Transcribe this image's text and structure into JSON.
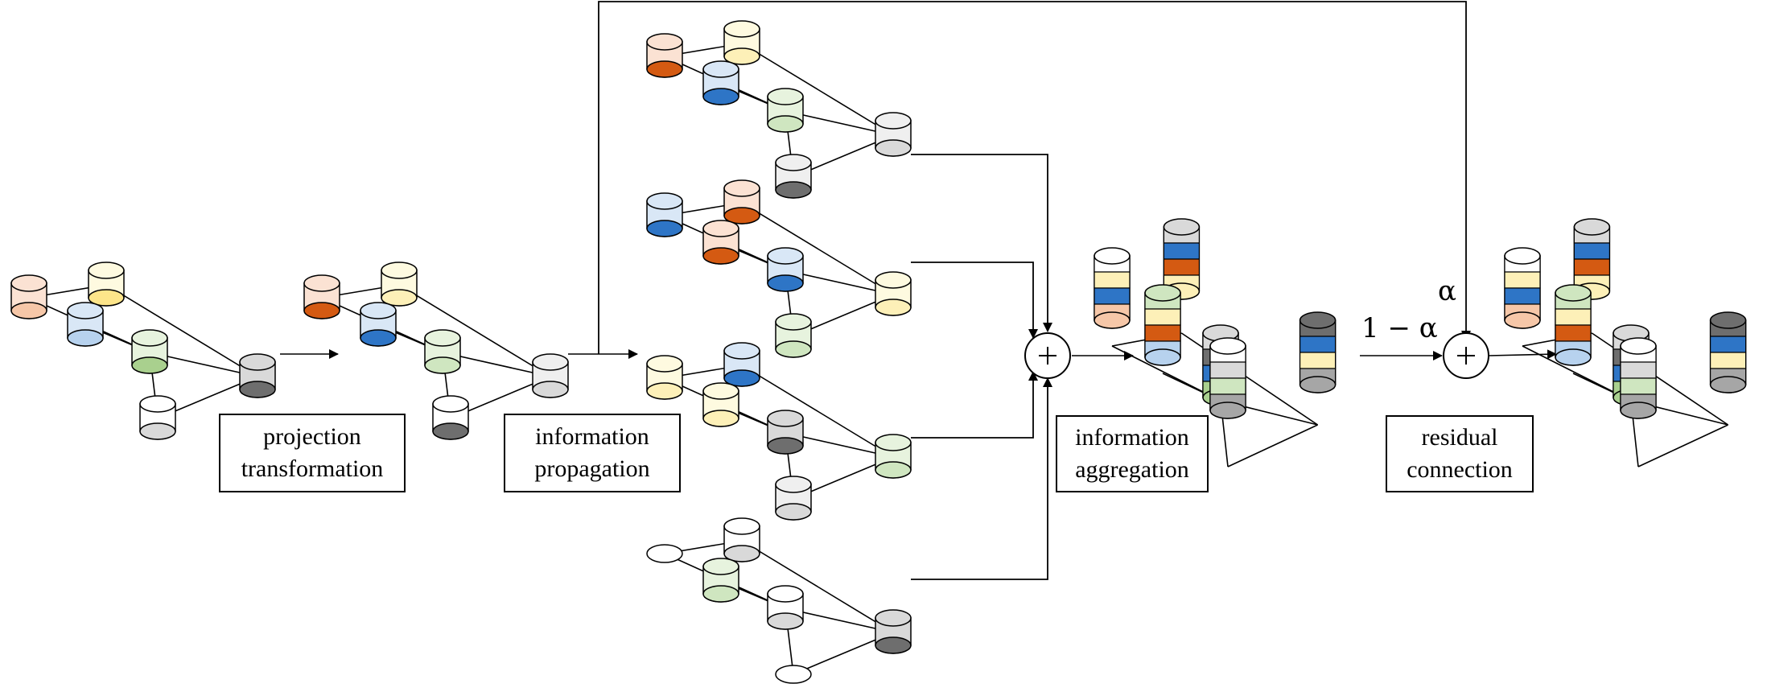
{
  "labels": {
    "projection": [
      "projection",
      "transformation"
    ],
    "propagation": [
      "information",
      "propagation"
    ],
    "aggregation": [
      "information",
      "aggregation"
    ],
    "residual": [
      "residual",
      "connection"
    ]
  },
  "math": {
    "alpha": "α",
    "one_minus_alpha": "1 − α",
    "plus": "+"
  },
  "colors": {
    "orange": "#d45a12",
    "orange_light": "#f6c7a8",
    "orange_pale": "#fbe2d3",
    "blue": "#2e75c6",
    "blue_light": "#b7d2ee",
    "blue_pale": "#d9e7f6",
    "yellow": "#fde58a",
    "yellow_light": "#fdf0b8",
    "yellow_pale": "#fefae0",
    "green": "#a9d08e",
    "green_light": "#cfe6c0",
    "green_pale": "#e7f3de",
    "gray_dark": "#6e6e6e",
    "gray": "#a6a6a6",
    "gray_light": "#d9d9d9",
    "gray_pale": "#efefef",
    "white": "#ffffff"
  }
}
